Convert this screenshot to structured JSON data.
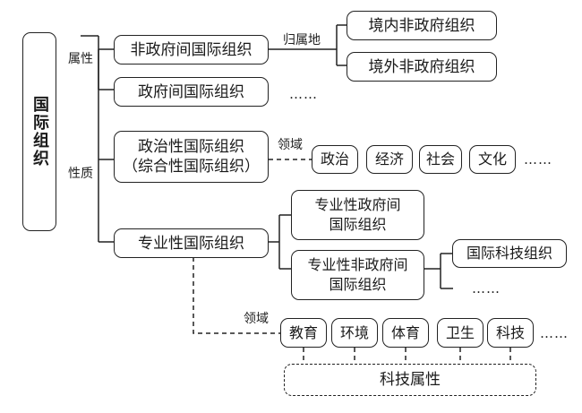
{
  "root": "国际组织",
  "labels": {
    "attribute": "属性",
    "nature": "性质",
    "belong": "归属地",
    "field1": "领域",
    "field2": "领域"
  },
  "nodes": {
    "ngo": "非政府间国际组织",
    "igo": "政府间国际组织",
    "domestic_ngo": "境内非政府组织",
    "foreign_ngo": "境外非政府组织",
    "political_line1": "政治性国际组织",
    "political_line2": "（综合性国际组织）",
    "professional": "专业性国际组织",
    "prof_gov_line1": "专业性政府间",
    "prof_gov_line2": "国际组织",
    "prof_ngo_line1": "专业性非政府间",
    "prof_ngo_line2": "国际组织",
    "sci_tech_org": "国际科技组织",
    "sci_tech_attr": "科技属性"
  },
  "political_fields": [
    "政治",
    "经济",
    "社会",
    "文化"
  ],
  "professional_fields": [
    "教育",
    "环境",
    "体育",
    "卫生",
    "科技"
  ],
  "ellipsis": "……"
}
